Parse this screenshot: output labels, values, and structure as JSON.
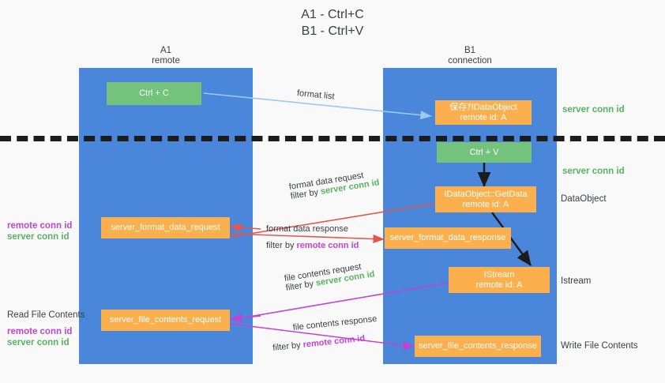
{
  "title": "A1 - Ctrl+C\nB1 - Ctrl+V",
  "columns": [
    {
      "name": "A1",
      "sub": "remote",
      "label": "A1\nremote"
    },
    {
      "name": "B1",
      "sub": "connection",
      "label": "B1\nconnection"
    }
  ],
  "boxes": {
    "ctrl_c": "Ctrl + C",
    "ctrl_v": "Ctrl + V",
    "save_idataobject": "保存ｱIDataObject\nremote id: A",
    "getdata": "IDataObject::GetData\nremote id: A",
    "istream": "IStream\nremote id: A",
    "server_format_data_request": "server_format_data_request",
    "server_format_data_response": "server_format_data_response",
    "server_file_contents_request": "server_file_contents_request",
    "server_file_contents_response": "server_file_contents_response"
  },
  "arrows": {
    "format_list": "format list",
    "format_data_request": "format data request",
    "format_data_request_filter_prefix": "filter by ",
    "format_data_request_filter_key": "server conn id",
    "format_data_response": "format data response",
    "format_data_response_filter_prefix": "filter by ",
    "format_data_response_filter_key": "remote conn id",
    "file_contents_request": "file contents request",
    "file_contents_request_filter_prefix": "filter by ",
    "file_contents_request_filter_key": "server conn id",
    "file_contents_response": "file contents response",
    "file_contents_response_filter_prefix": "filter by ",
    "file_contents_response_filter_key": "remote conn id"
  },
  "right_labels": {
    "server_conn_id_top": "server conn id",
    "server_conn_id_mid": "server conn id",
    "dataobject": "DataObject",
    "istream": "Istream",
    "write_file_contents": "Write File Contents"
  },
  "left_labels": {
    "remote_conn_id_1": "remote conn id",
    "server_conn_id_1": "server conn id",
    "read_file_contents": "Read File Contents",
    "remote_conn_id_2": "remote conn id",
    "server_conn_id_2": "server conn id"
  },
  "colors": {
    "background": "#f9f9f9",
    "column": "#4a86d9",
    "green_box": "#74c37d",
    "orange_box": "#fbb04d",
    "green_text": "#57b35f",
    "purple_text": "#c044d4",
    "arrow_light_blue": "#9dc8ef",
    "arrow_red": "#e0584f",
    "arrow_magenta": "#c044d4",
    "arrow_black": "#1c1c1c",
    "divider": "#1c1c1c"
  }
}
